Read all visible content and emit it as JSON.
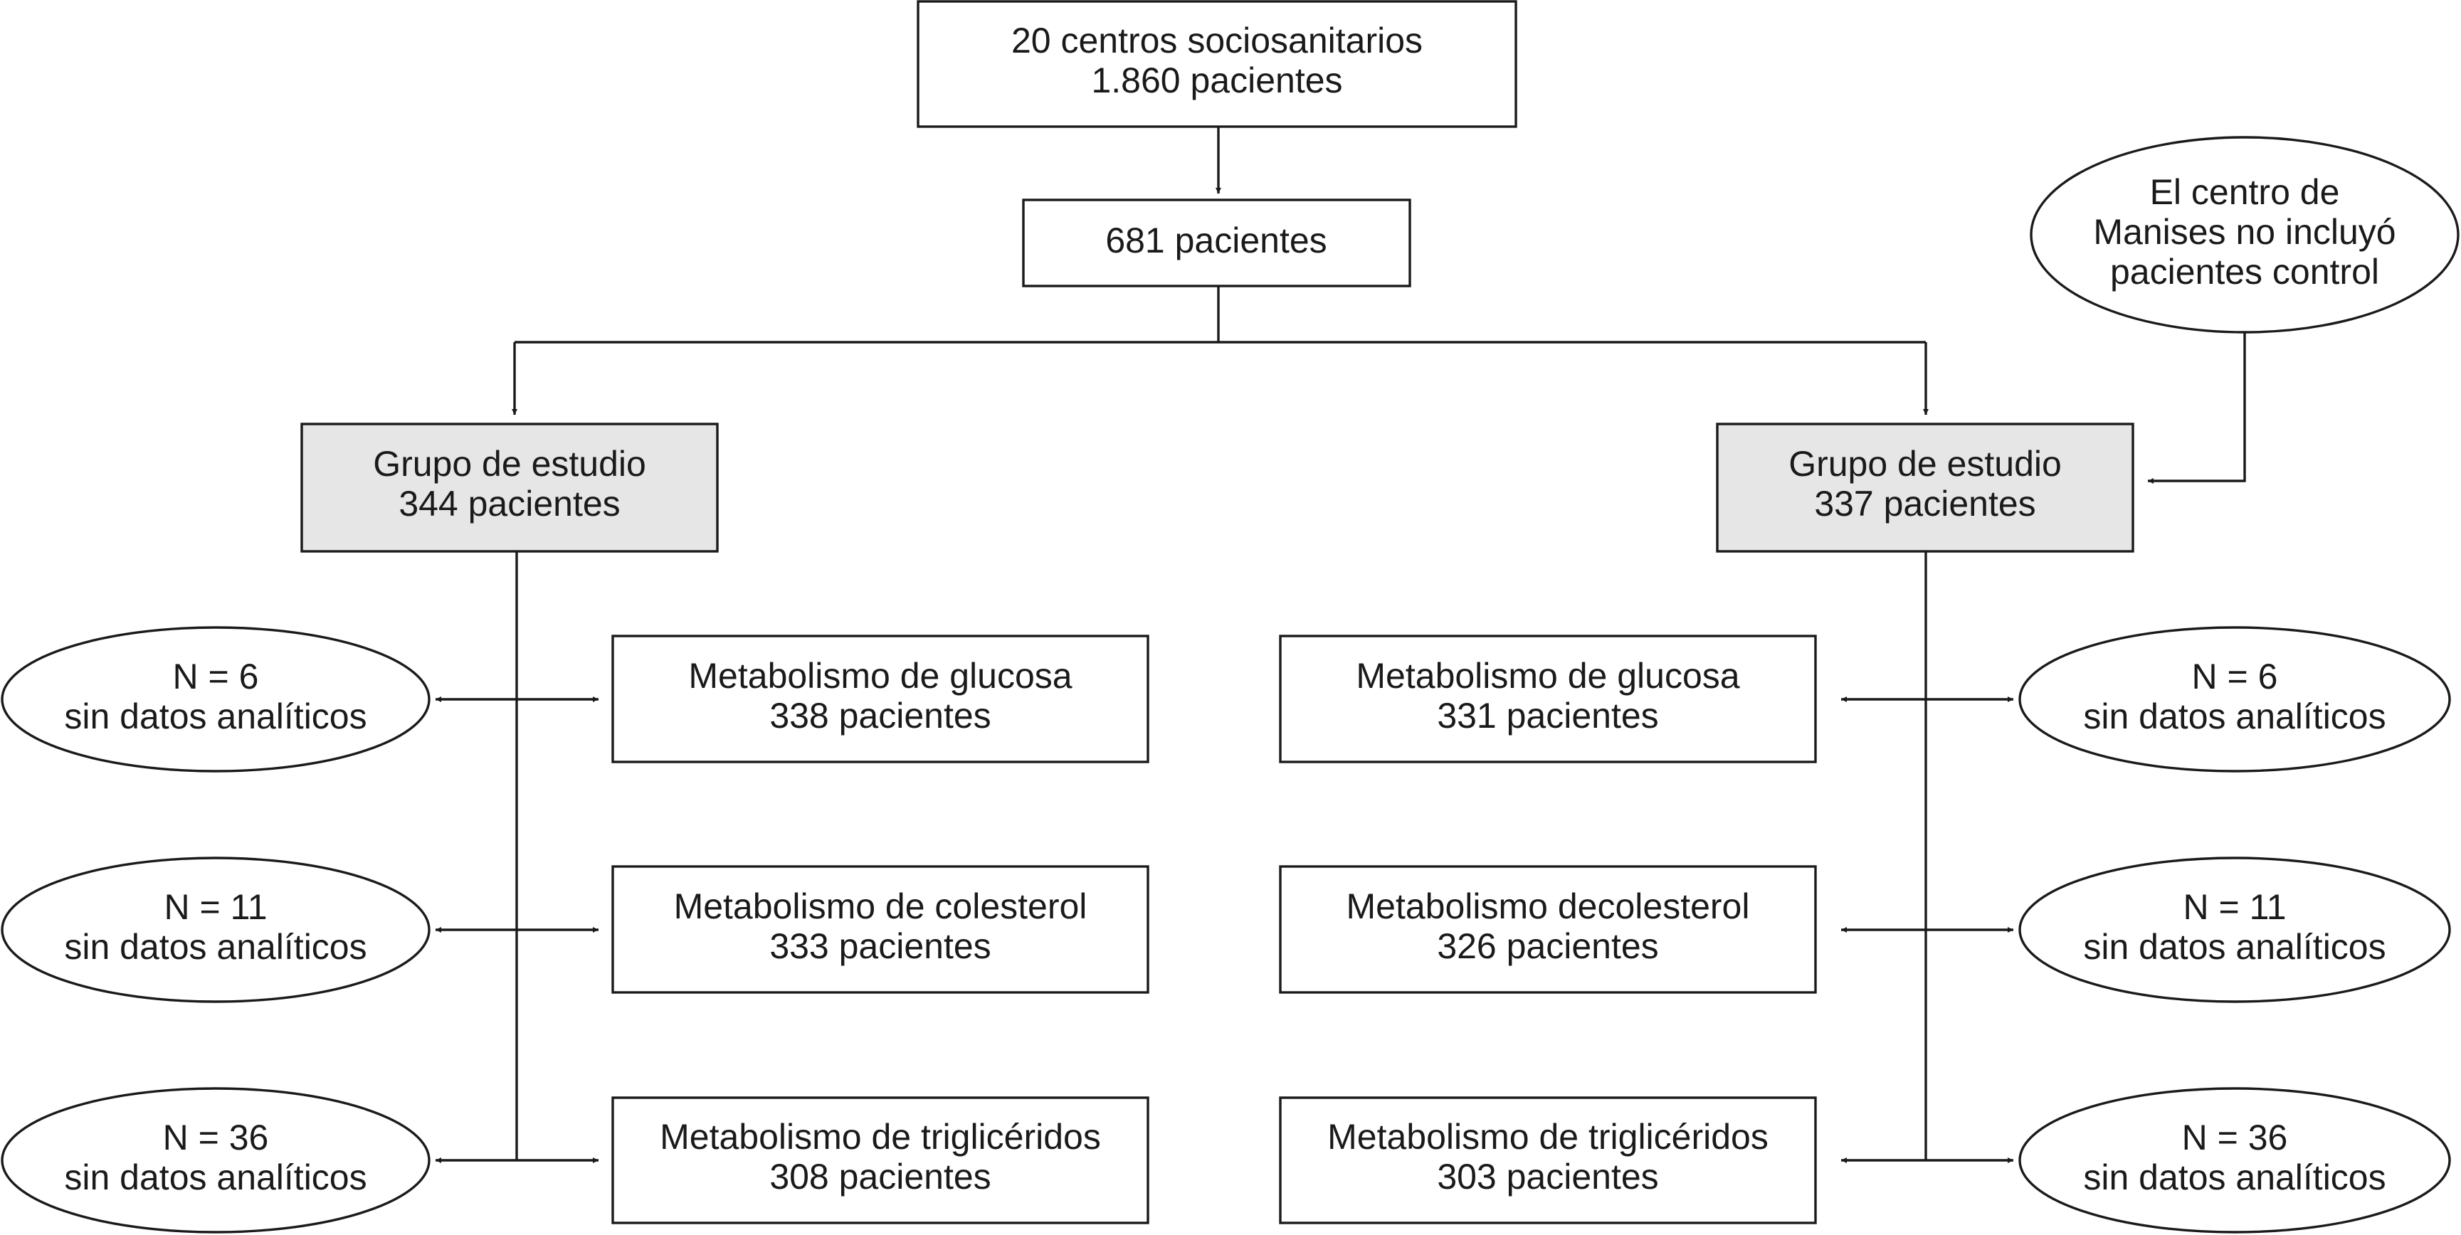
{
  "colors": {
    "line": "#1a1a1a",
    "box_fill": "#ffffff",
    "group_fill": "#e6e6e6"
  },
  "nodes": {
    "top": {
      "line1": "20 centros sociosanitarios",
      "line2": "1.860 pacientes"
    },
    "total": {
      "line1": "681 pacientes"
    },
    "note": {
      "line1": "El centro de",
      "line2": "Manises no incluyó",
      "line3": "pacientes control"
    },
    "group_left": {
      "line1": "Grupo de estudio",
      "line2": "344 pacientes"
    },
    "group_right": {
      "line1": "Grupo de estudio",
      "line2": "337 pacientes"
    },
    "left_glucose": {
      "line1": "Metabolismo de glucosa",
      "line2": "338 pacientes"
    },
    "left_cholesterol": {
      "line1": "Metabolismo de colesterol",
      "line2": "333 pacientes"
    },
    "left_triglycerides": {
      "line1": "Metabolismo de triglicéridos",
      "line2": "308 pacientes"
    },
    "right_glucose": {
      "line1": "Metabolismo de glucosa",
      "line2": "331 pacientes"
    },
    "right_cholesterol": {
      "line1": "Metabolismo decolesterol",
      "line2": "326 pacientes"
    },
    "right_triglycerides": {
      "line1": "Metabolismo de triglicéridos",
      "line2": "303 pacientes"
    },
    "left_missing_1": {
      "line1": "N = 6",
      "line2": "sin datos analíticos"
    },
    "left_missing_2": {
      "line1": "N = 11",
      "line2": "sin datos analíticos"
    },
    "left_missing_3": {
      "line1": "N = 36",
      "line2": "sin datos analíticos"
    },
    "right_missing_1": {
      "line1": "N = 6",
      "line2": "sin datos analíticos"
    },
    "right_missing_2": {
      "line1": "N = 11",
      "line2": "sin datos analíticos"
    },
    "right_missing_3": {
      "line1": "N = 36",
      "line2": "sin datos analíticos"
    }
  }
}
